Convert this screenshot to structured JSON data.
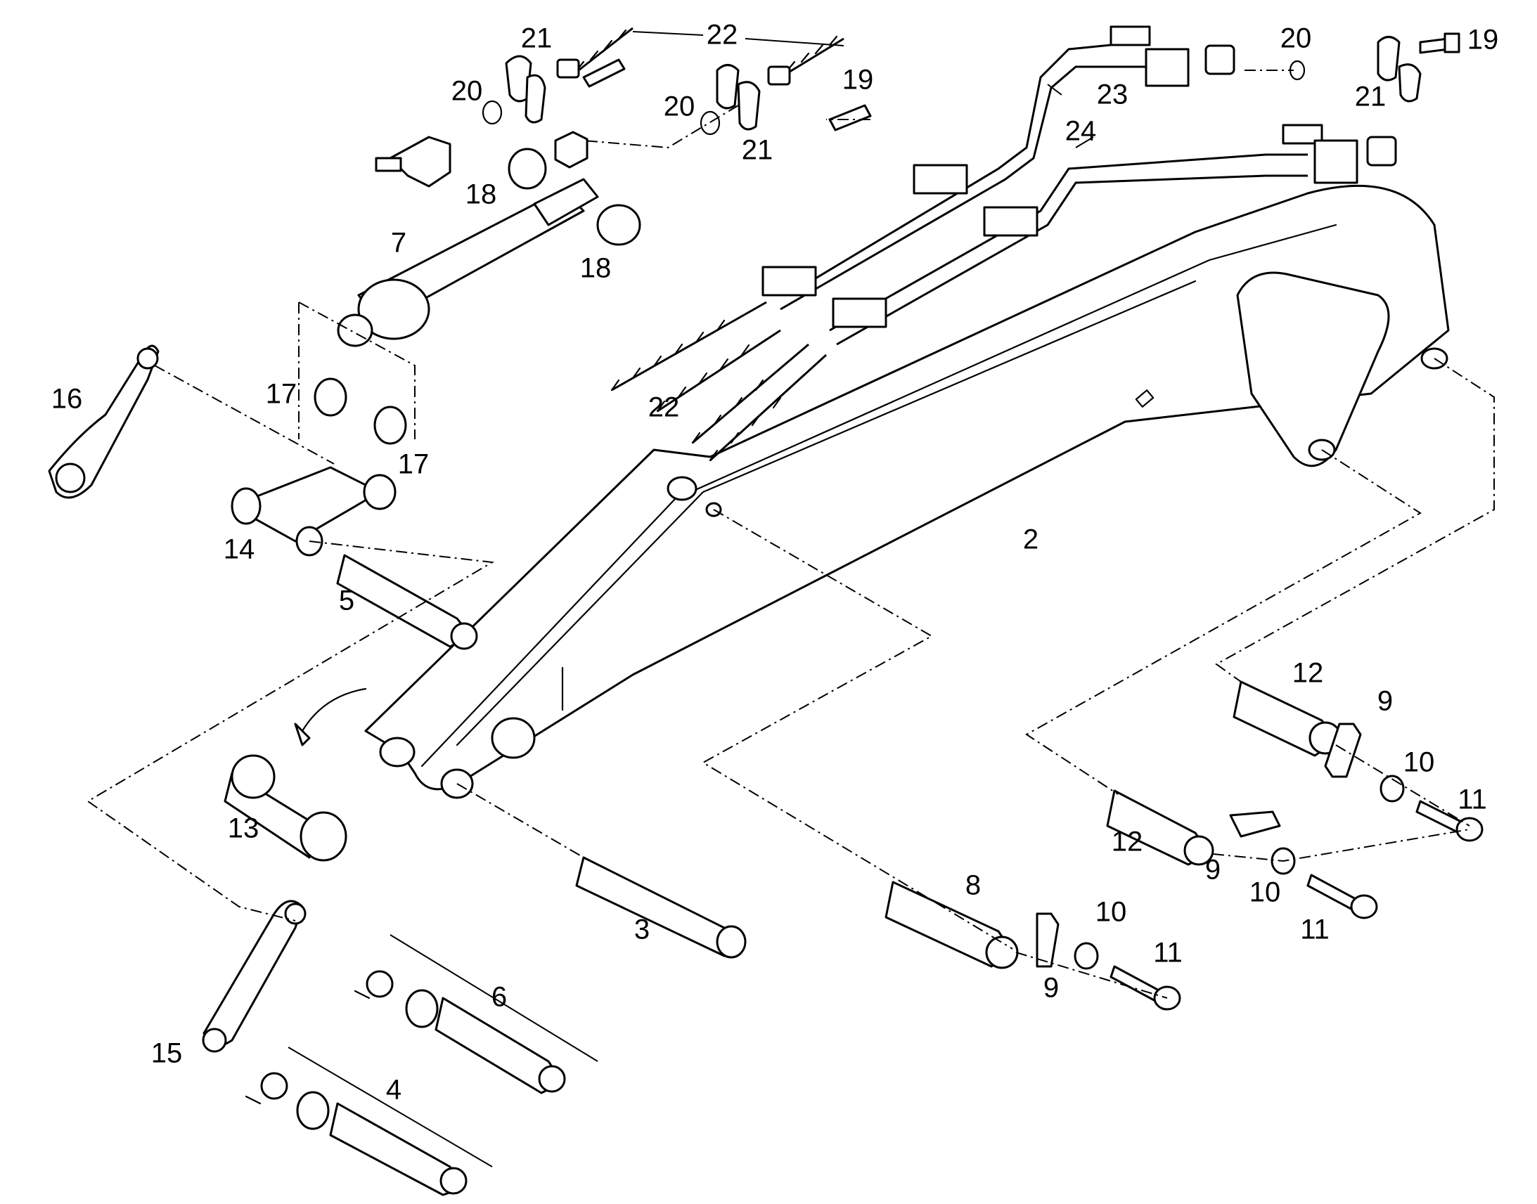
{
  "diagram": {
    "labels": {
      "l2": "2",
      "l3": "3",
      "l4": "4",
      "l5": "5",
      "l6": "6",
      "l7": "7",
      "l8": "8",
      "l9a": "9",
      "l9b": "9",
      "l9c": "9",
      "l10a": "10",
      "l10b": "10",
      "l10c": "10",
      "l11a": "11",
      "l11b": "11",
      "l11c": "11",
      "l12a": "12",
      "l12b": "12",
      "l13": "13",
      "l14": "14",
      "l15": "15",
      "l16": "16",
      "l17a": "17",
      "l17b": "17",
      "l18a": "18",
      "l18b": "18",
      "l19a": "19",
      "l19b": "19",
      "l20a": "20",
      "l20b": "20",
      "l20c": "20",
      "l21a": "21",
      "l21b": "21",
      "l21c": "21",
      "l22a": "22",
      "l22b": "22",
      "l23": "23",
      "l24": "24"
    }
  }
}
